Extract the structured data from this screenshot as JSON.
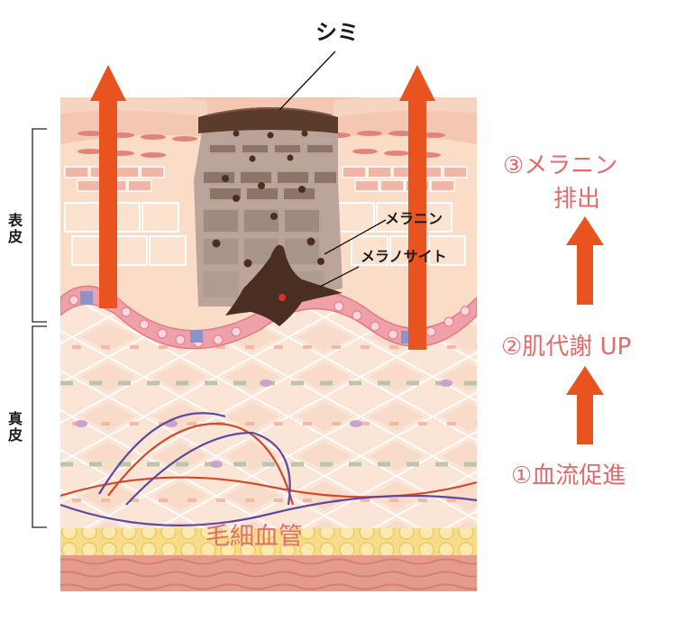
{
  "labels": {
    "shimi": "シミ",
    "melanin": "メラニン",
    "melanocyte": "メラノサイト",
    "epidermis": "表皮",
    "dermis": "真皮",
    "capillaries": "毛細血管"
  },
  "steps": [
    {
      "text": "③メラニン",
      "text2": "排出"
    },
    {
      "text": "②肌代謝 UP"
    },
    {
      "text": "①血流促進"
    }
  ],
  "colors": {
    "arrow": "#e8531f",
    "step_text": "#e06a6c",
    "capillary_text": "#e07070",
    "stain": "#5a3b2c",
    "vein": "#5a4aa0",
    "artery": "#d24a2c"
  },
  "icons": [
    "up-arrow-icon"
  ]
}
